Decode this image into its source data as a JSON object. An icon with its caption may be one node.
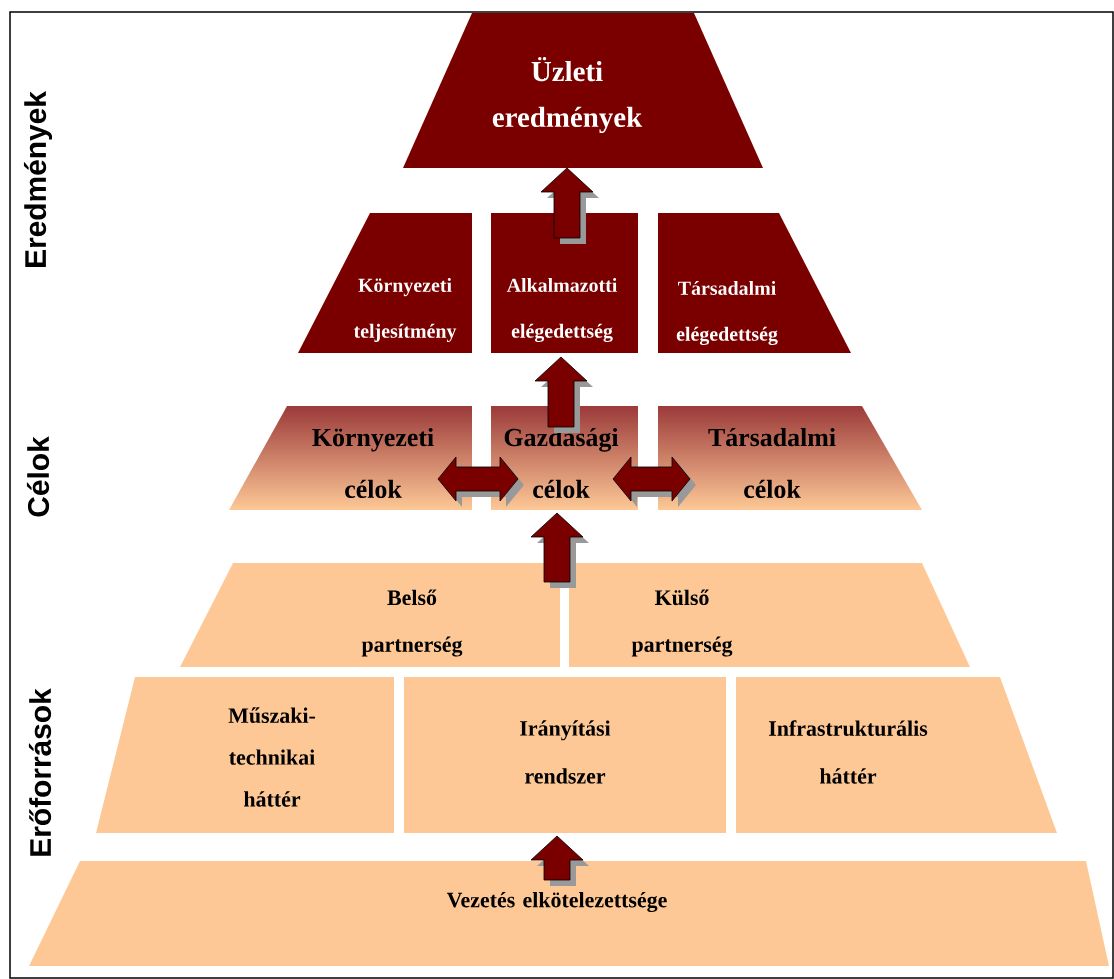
{
  "diagram": {
    "nodes": [
      {
        "text": [
          "Üzleti eredmények"
        ]
      },
      {
        "text": [
          "Környezeti teljesítmény"
        ]
      },
      {
        "text": [
          "Alkalmazotti elégedettség"
        ]
      },
      {
        "text": [
          "Társadalmi elégedettség"
        ]
      },
      {
        "text": [
          "Környezeti célok"
        ]
      },
      {
        "text": [
          "Gazdasági célok"
        ]
      },
      {
        "text": [
          "Társadalmi célok"
        ]
      },
      {
        "text": [
          "Belső partnerség"
        ]
      },
      {
        "text": [
          "Külső partnerség"
        ]
      },
      {
        "text": [
          "Műszaki-technikai háttér"
        ]
      },
      {
        "text": [
          "Irányítási rendszer"
        ]
      },
      {
        "text": [
          "Infrastrukturális háttér"
        ]
      },
      {
        "text": [
          "Vezetés elkötelezettsége"
        ]
      }
    ],
    "edges": [
      {
        "from": 2,
        "to": 0,
        "arrow": "to"
      },
      {
        "from": 5,
        "to": 2,
        "arrow": "to"
      },
      {
        "from": 4,
        "to": 5,
        "arrow": "both"
      },
      {
        "from": 5,
        "to": 6,
        "arrow": "both"
      },
      {
        "from": 7,
        "to": 5,
        "arrow": "to"
      },
      {
        "from": 12,
        "to": 10,
        "arrow": "to"
      }
    ],
    "labels": [
      "Eredmények",
      "Célok",
      "Erőforrások"
    ]
  }
}
